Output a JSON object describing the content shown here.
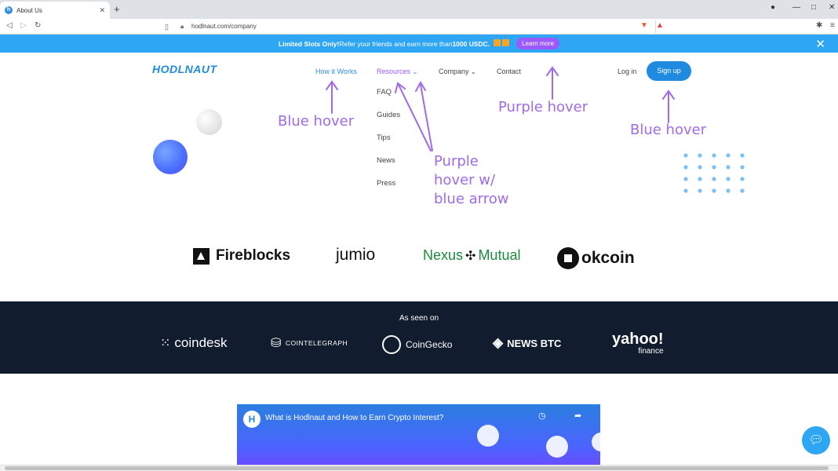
{
  "browser": {
    "tab_title": "About Us",
    "tab_favicon_letter": "h",
    "url": "hodlnaut.com/company",
    "new_tab": "+",
    "tab_close": "✕"
  },
  "banner": {
    "bold_text": "Limited Slots Only!",
    "text": " Refer your friends and earn more than ",
    "amount": "1000 USDC.",
    "learn_more": "Learn more",
    "close": "✕"
  },
  "header": {
    "logo": "HODLNAUT",
    "nav": {
      "how_it_works": "How it Works",
      "resources": "Resources",
      "company": "Company",
      "contact": "Contact"
    },
    "login": "Log in",
    "signup": "Sign up"
  },
  "resources_dropdown": [
    "FAQ",
    "Guides",
    "Tips",
    "News",
    "Press"
  ],
  "annotations": {
    "blue_hover_left": "Blue hover",
    "purple_hover": "Purple hover",
    "blue_hover_right": "Blue hover",
    "purple_arrow_line1": "Purple",
    "purple_arrow_line2": "hover w/",
    "purple_arrow_line3": "blue arrow"
  },
  "partners": [
    "Fireblocks",
    "jumio",
    "Nexus",
    "Mutual",
    "okcoin"
  ],
  "as_seen_on": {
    "title": "As seen on",
    "logos": [
      "coindesk",
      "COINTELEGRAPH",
      "CoinGecko",
      "NEWS BTC",
      "yahoo!",
      "finance"
    ]
  },
  "video": {
    "title": "What is Hodlnaut and How to Earn Crypto Interest?",
    "logo_letter": "H"
  },
  "colors": {
    "banner": "#2ea6f4",
    "brand_blue": "#1e8be0",
    "purple": "#9b59ff",
    "annotation": "#a06be8",
    "dark_section": "#111c2e"
  }
}
